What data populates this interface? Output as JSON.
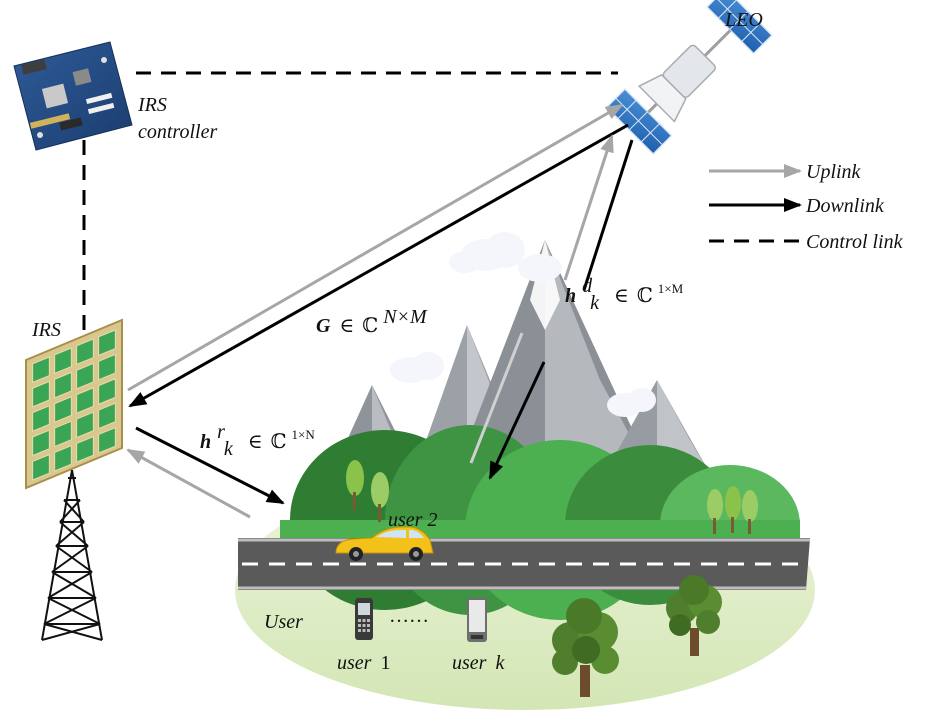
{
  "labels": {
    "leo": "LEO",
    "irs_controller_line1": "IRS",
    "irs_controller_line2": "controller",
    "irs": "IRS",
    "user_group": "User",
    "user1_word": "user",
    "user1_num": "1",
    "userk_word": "user",
    "userk_idx": "k",
    "user2": "user 2",
    "dots": "……"
  },
  "legend": [
    {
      "label": "Uplink",
      "style": "gray-arrow"
    },
    {
      "label": "Downlink",
      "style": "black-arrow"
    },
    {
      "label": "Control link",
      "style": "dashed-line"
    }
  ],
  "equations": {
    "G": {
      "sym": "G",
      "in": "∈",
      "set": "ℂ",
      "sup": "N×M"
    },
    "hd": {
      "sym": "h",
      "sup": "d",
      "sub": "k",
      "in": "∈",
      "set": "ℂ",
      "dim": "1×M"
    },
    "hr": {
      "sym": "h",
      "sup": "r",
      "sub": "k",
      "in": "∈",
      "set": "ℂ",
      "dim": "1×N"
    }
  },
  "colors": {
    "uplink": "#a6a6a6",
    "downlink": "#000000",
    "irs_panel": "#3aa655",
    "irs_frame": "#d6c48a",
    "ground": "#dcebc3",
    "mountain": "#9a9fa6",
    "hill": "#3b8d3d",
    "road": "#5e5e5e",
    "car": "#f2c21b"
  }
}
